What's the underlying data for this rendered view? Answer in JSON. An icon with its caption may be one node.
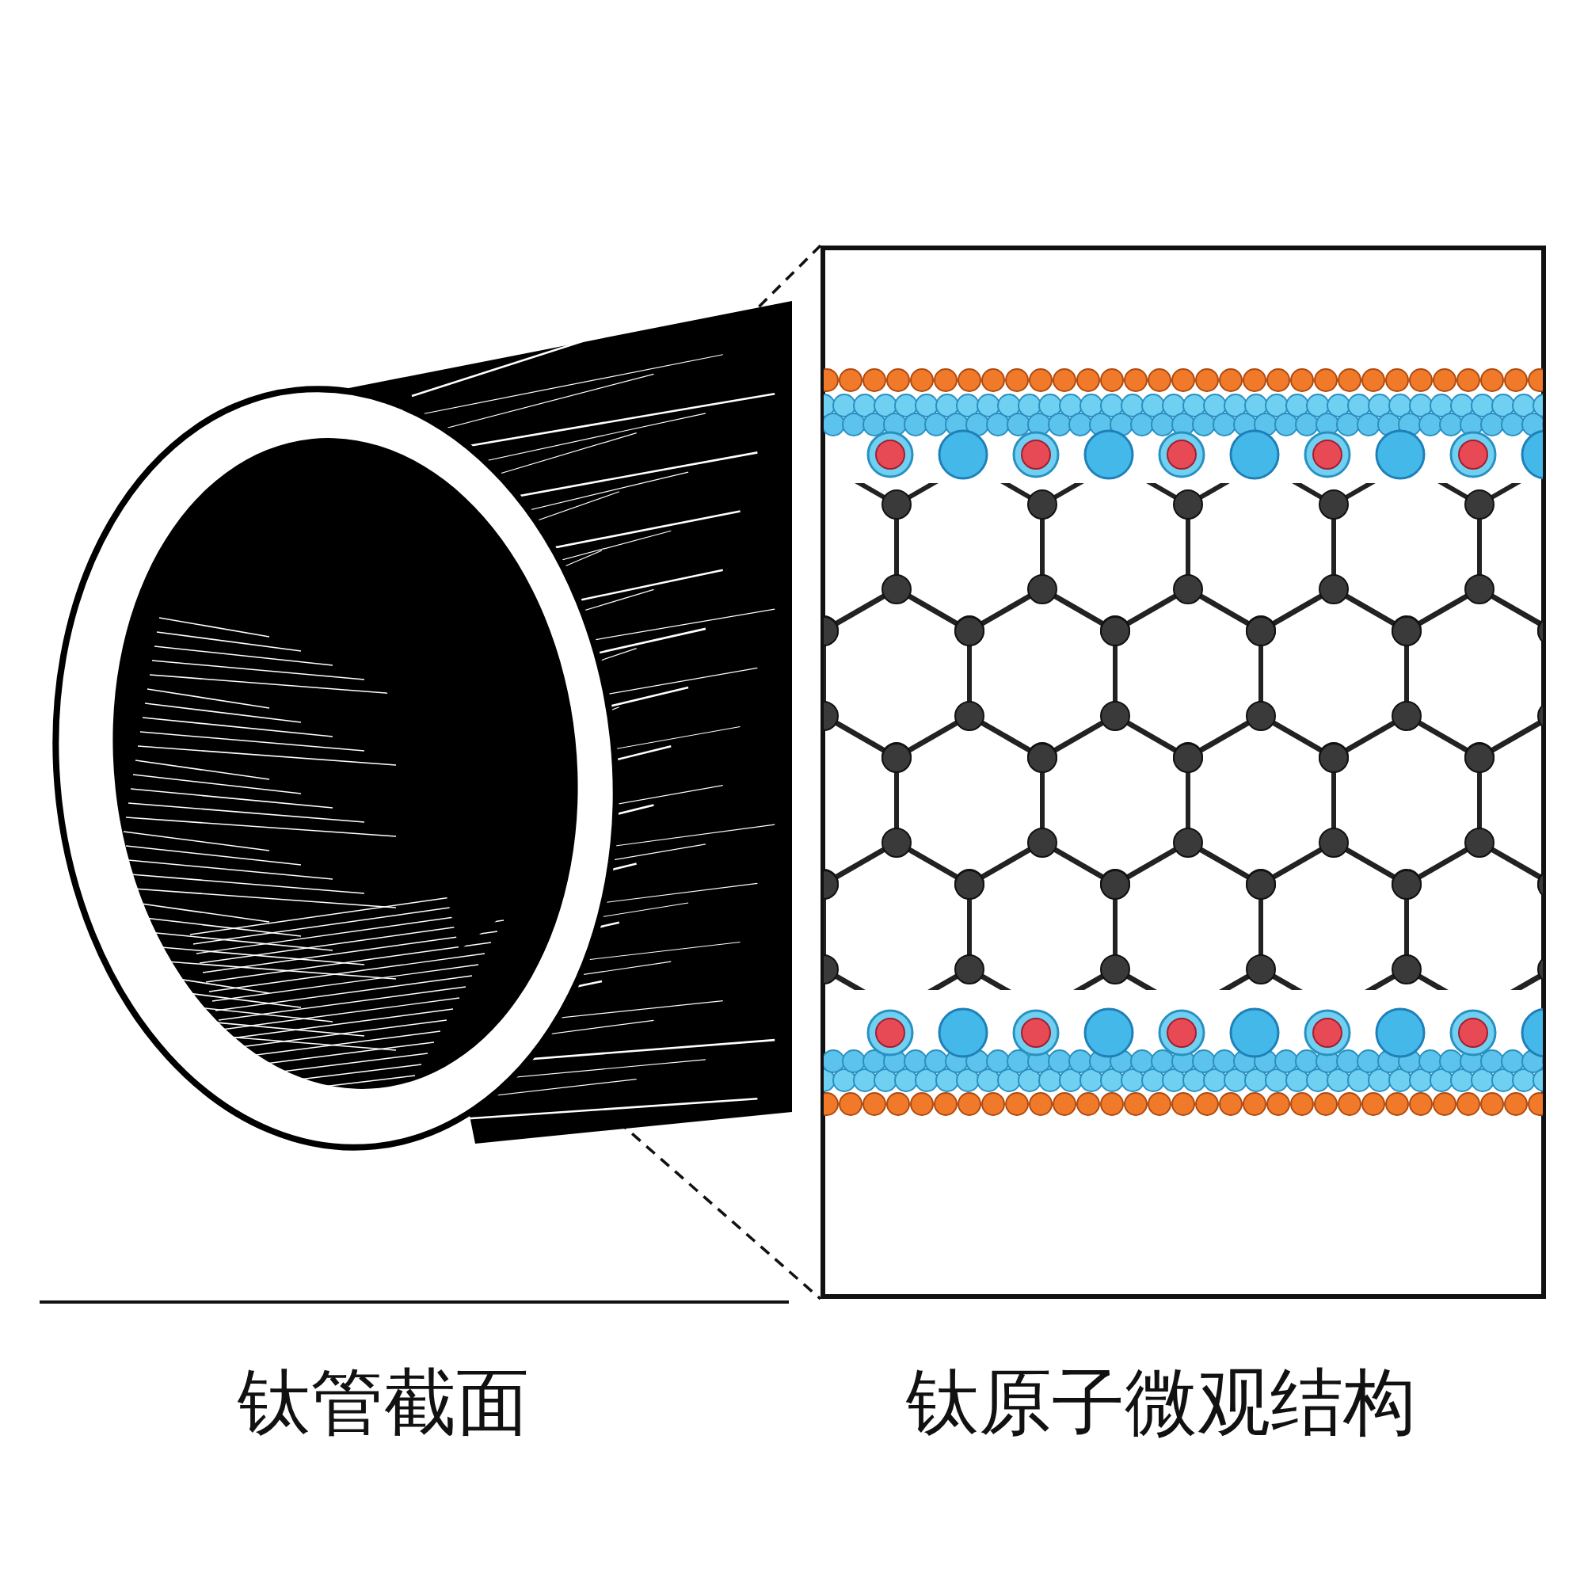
{
  "diagram": {
    "nodes": [
      {
        "text": [],
        "shape": "picture"
      },
      {
        "text": [],
        "shape": "picture"
      }
    ],
    "edges": [
      {
        "from": 0,
        "to": 1,
        "arrow": "none",
        "style": "dashed"
      },
      {
        "from": 0,
        "to": 1,
        "arrow": "none",
        "style": "dashed"
      }
    ],
    "labels": [
      "钛管截面",
      "钛原子微观结构"
    ]
  }
}
